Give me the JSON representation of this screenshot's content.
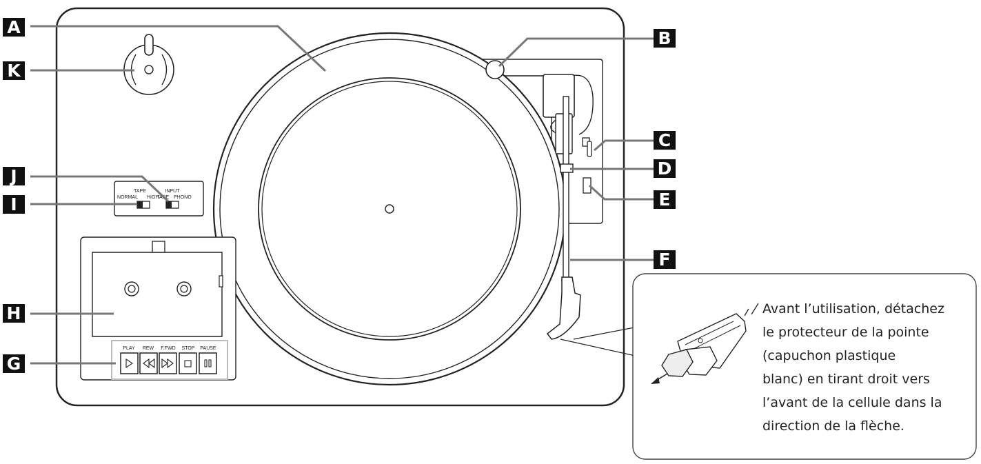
{
  "labels": {
    "A": "A",
    "B": "B",
    "C": "C",
    "D": "D",
    "E": "E",
    "F": "F",
    "G": "G",
    "H": "H",
    "I": "I",
    "J": "J",
    "K": "K"
  },
  "switches": {
    "tape_title": "TAPE",
    "tape_normal": "NORMAL",
    "tape_high": "HIGH",
    "input_title": "INPUT",
    "input_tape": "TAPE",
    "input_phono": "PHONO"
  },
  "transport_buttons": {
    "play": "PLAY",
    "rew": "REW",
    "ffwd": "F.FWD",
    "stop": "STOP",
    "pause": "PAUSE"
  },
  "note": {
    "line1": "Avant l’utilisation, détachez",
    "line2": "le protecteur de la pointe",
    "line3": "(capuchon plastique",
    "line4": "blanc) en tirant droit vers",
    "line5": "l’avant de la cellule dans la",
    "line6": "direction de la flèche."
  },
  "colors": {
    "label_fill": "#111111",
    "leader_line": "#777777",
    "outline": "#222222"
  }
}
